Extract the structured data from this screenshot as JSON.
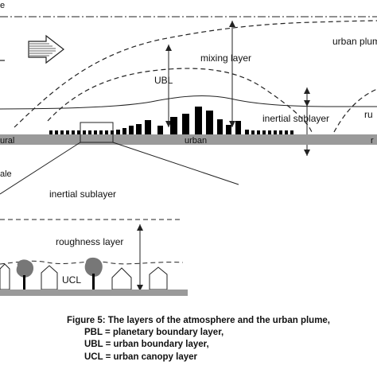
{
  "diagram": {
    "top": {
      "label_left_top": "e",
      "label_urban_plume": "urban plum",
      "label_mixing_layer": "mixing layer",
      "label_ubl": "UBL",
      "label_inertial_sublayer": "inertial sublayer",
      "label_rural_left": "ural",
      "label_urban": "urban",
      "label_rural_right": "r",
      "label_rural_right_upper": "ru"
    },
    "bottom": {
      "label_scale_left": "ale",
      "label_inertial_sublayer": "inertial sublayer",
      "label_roughness_layer": "roughness layer",
      "label_ucl": "UCL"
    }
  },
  "caption": {
    "line1": "Figure 5: The layers of the atmosphere and the urban plume,",
    "line2": "PBL = planetary boundary layer,",
    "line3": "UBL = urban boundary layer,",
    "line4": "UCL = urban canopy layer"
  }
}
